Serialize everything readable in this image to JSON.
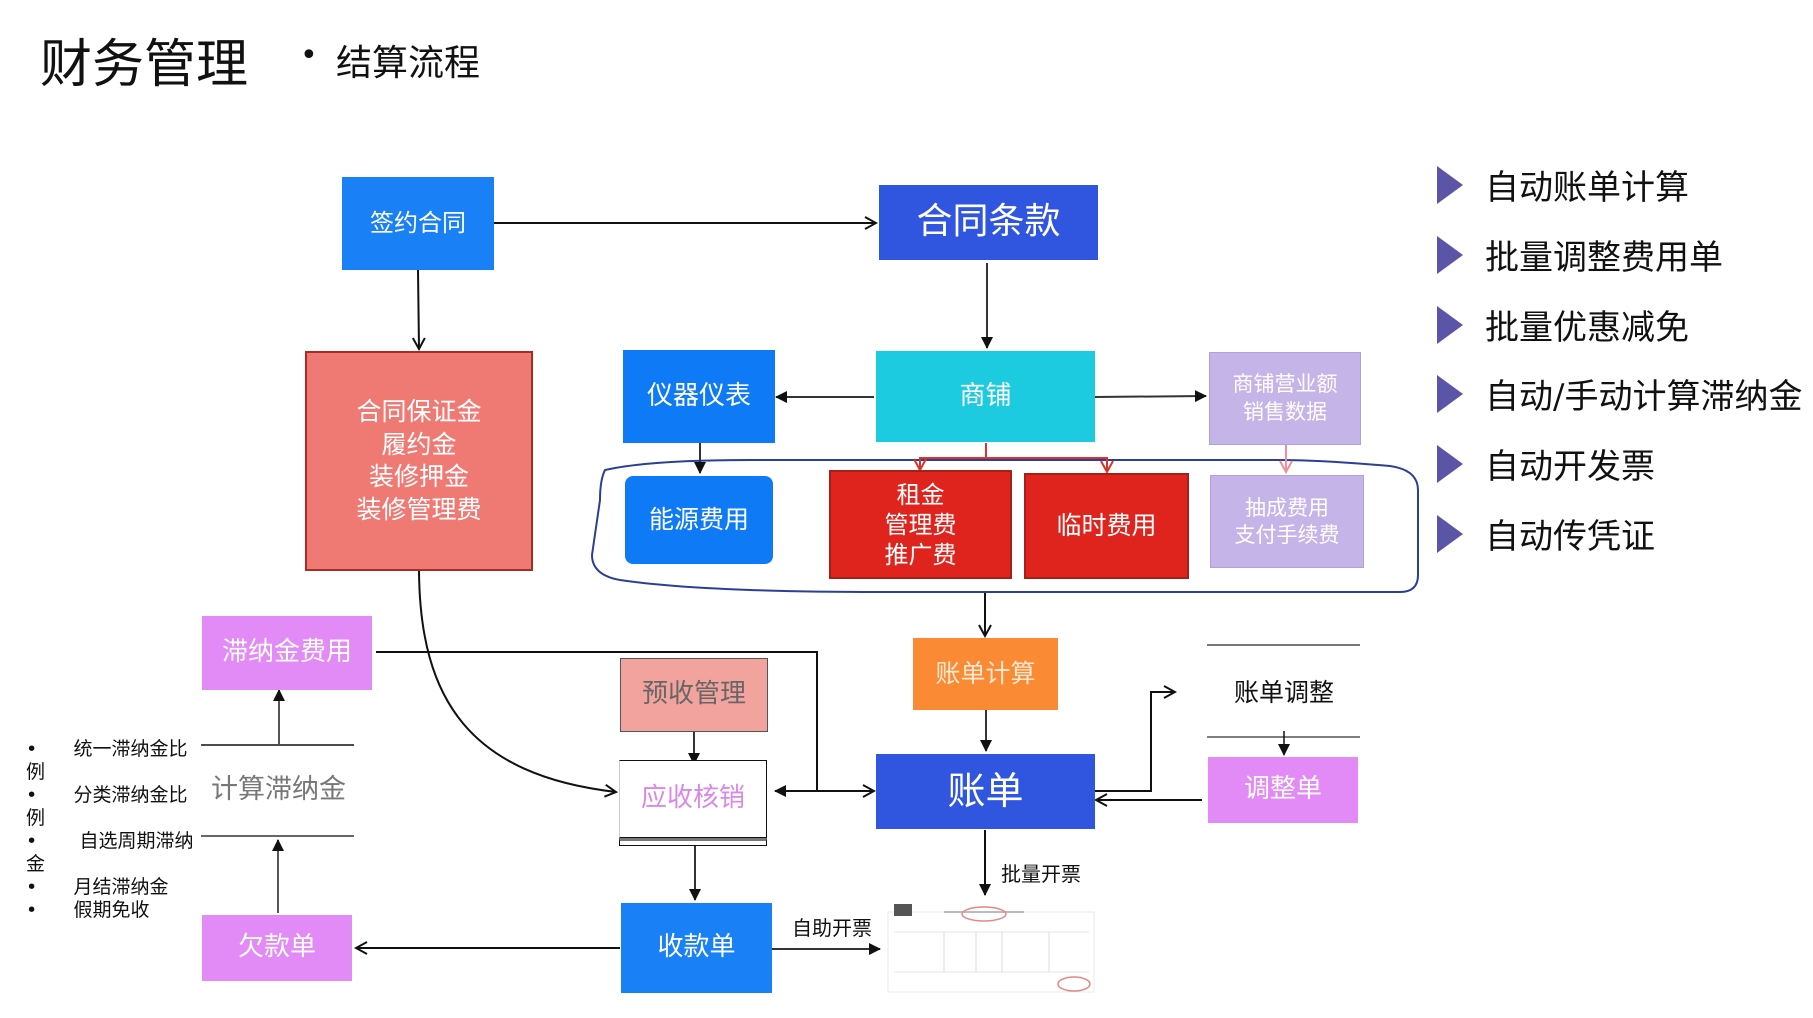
{
  "header": {
    "title": "财务管理",
    "subtitle": "结算流程",
    "bullet": "•"
  },
  "nodes": {
    "sign_contract": "签约合同",
    "contract_terms": "合同条款",
    "deposits": [
      "合同保证金",
      "履约金",
      "装修押金",
      "装修管理费"
    ],
    "meters": "仪器仪表",
    "shop": "商铺",
    "shop_revenue": [
      "商铺营业额",
      "销售数据"
    ],
    "energy_fee": "能源费用",
    "rent_group": [
      "租金",
      "管理费",
      "推广费"
    ],
    "temp_fee": "临时费用",
    "commission": [
      "抽成费用",
      "支付手续费"
    ],
    "late_fee": "滞纳金费用",
    "calc_late_fee": "计算滞纳金",
    "prepay": "预收管理",
    "receivable": "应收核销",
    "bill_calc": "账单计算",
    "bill": "账单",
    "bill_adjust": "账单调整",
    "adjust_doc": "调整单",
    "arrears": "欠款单",
    "receipt": "收款单",
    "invoice_image": "发票"
  },
  "edge_labels": {
    "batch_invoice": "批量开票",
    "self_invoice": "自助开票"
  },
  "late_fee_options": [
    "统一滞纳金比例",
    "分类滞纳金比例",
    "自选周期滞纳金",
    "月结滞纳金",
    "假期免收"
  ],
  "features": [
    "自动账单计算",
    "批量调整费用单",
    "批量优惠减免",
    "自动/手动计算滞纳金",
    "自动开发票",
    "自动传凭证"
  ],
  "colors": {
    "blue": "#1a80f5",
    "royal": "#3056e0",
    "cyan": "#1ccbe0",
    "salmon": "#ef7a74",
    "red": "#de241c",
    "lavender": "#c5b4e8",
    "pink": "#e28af5",
    "orange": "#fb8a34",
    "rose": "#f2a39d",
    "triangle": "#5b55a8"
  }
}
